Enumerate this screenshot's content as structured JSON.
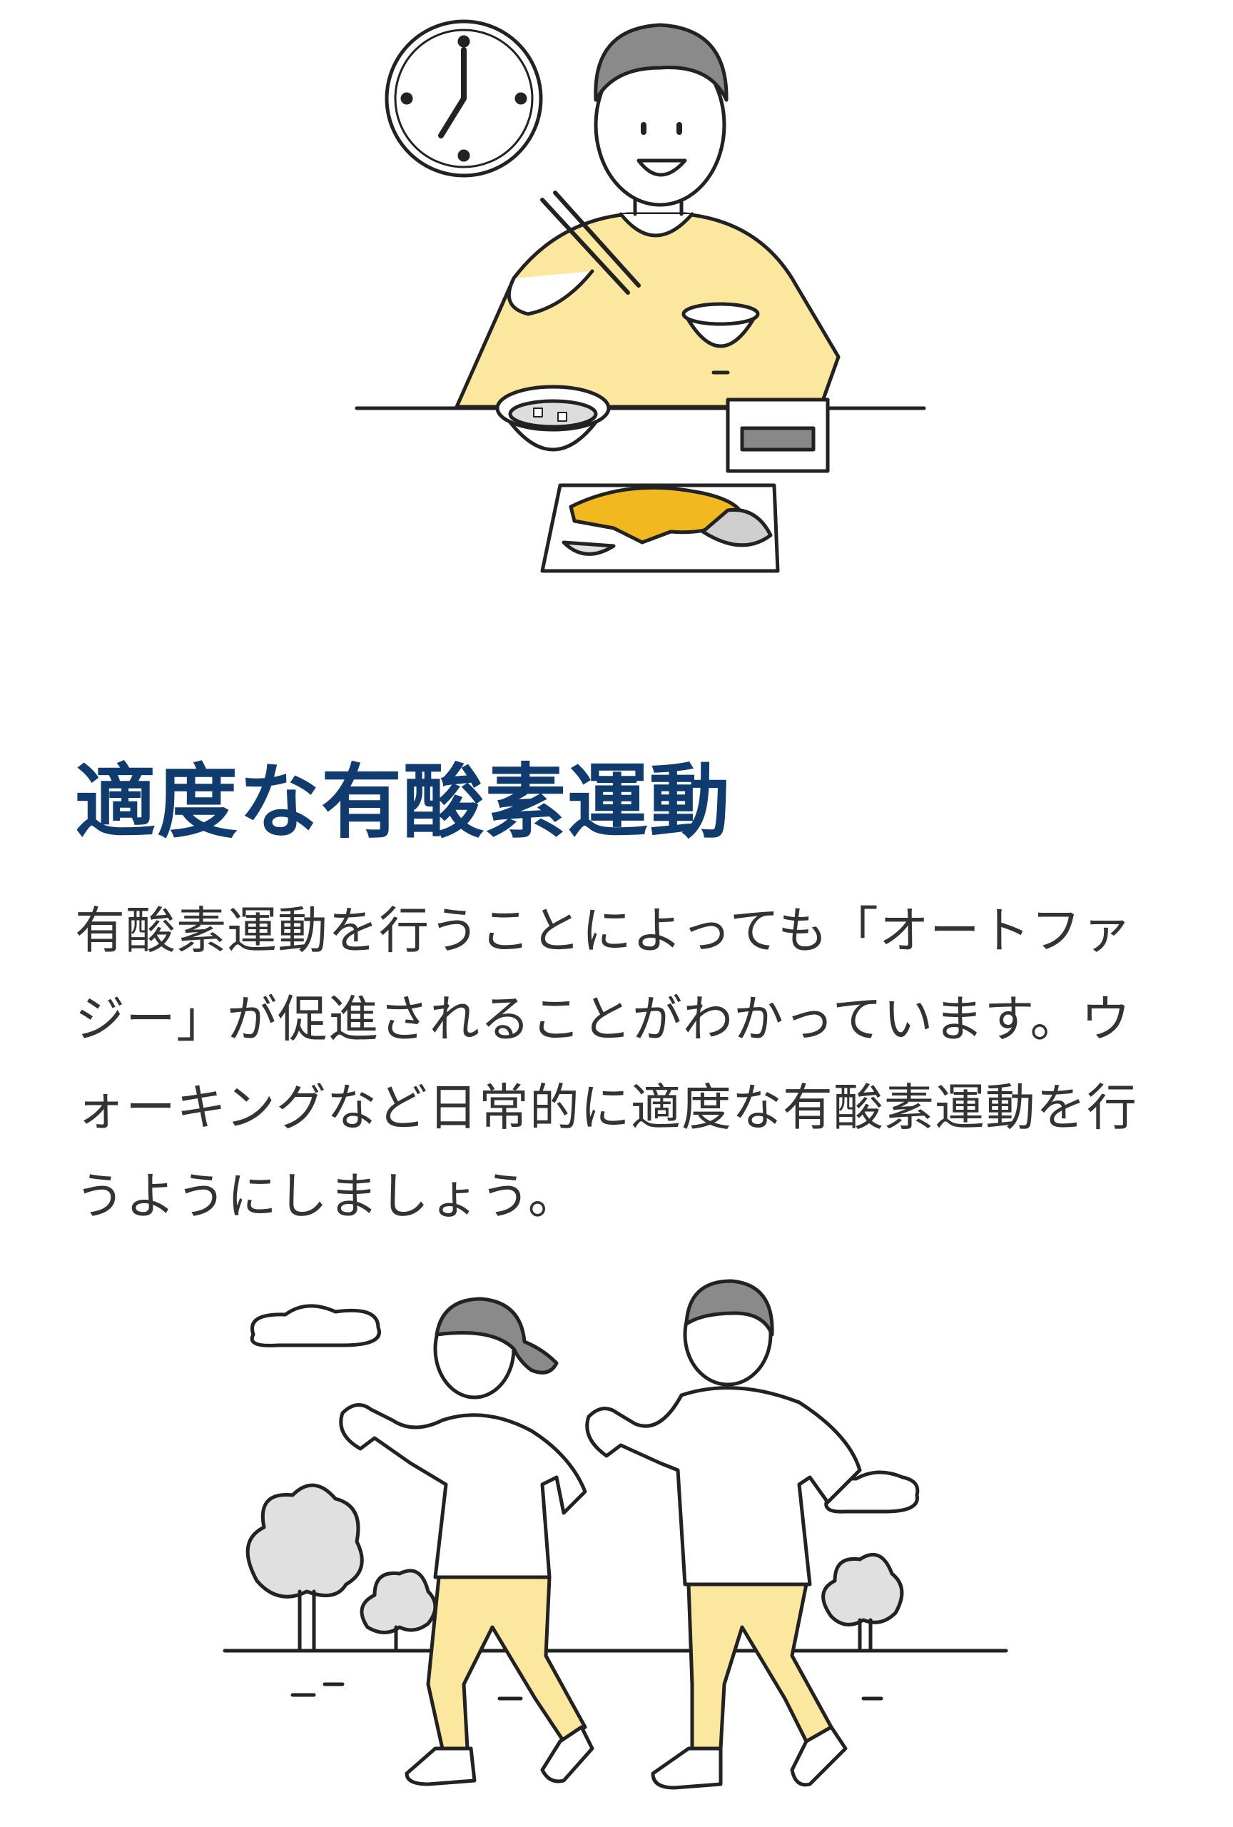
{
  "section": {
    "heading": "適度な有酸素運動",
    "body": "有酸素運動を行うことによっても「オートファジー」が促進されることがわかっています。ウォーキングなど日常的に適度な有酸素運動を行うようにしましょう。"
  },
  "illustrations": {
    "top": "man-eating-breakfast-with-clock",
    "bottom": "couple-walking-in-park"
  },
  "colors": {
    "heading": "#0f3b6e",
    "body_text": "#333333",
    "accent_yellow": "#fbe79d",
    "fish_gold": "#f2b820",
    "line": "#222222",
    "tree_gray": "#e0e0e0"
  }
}
